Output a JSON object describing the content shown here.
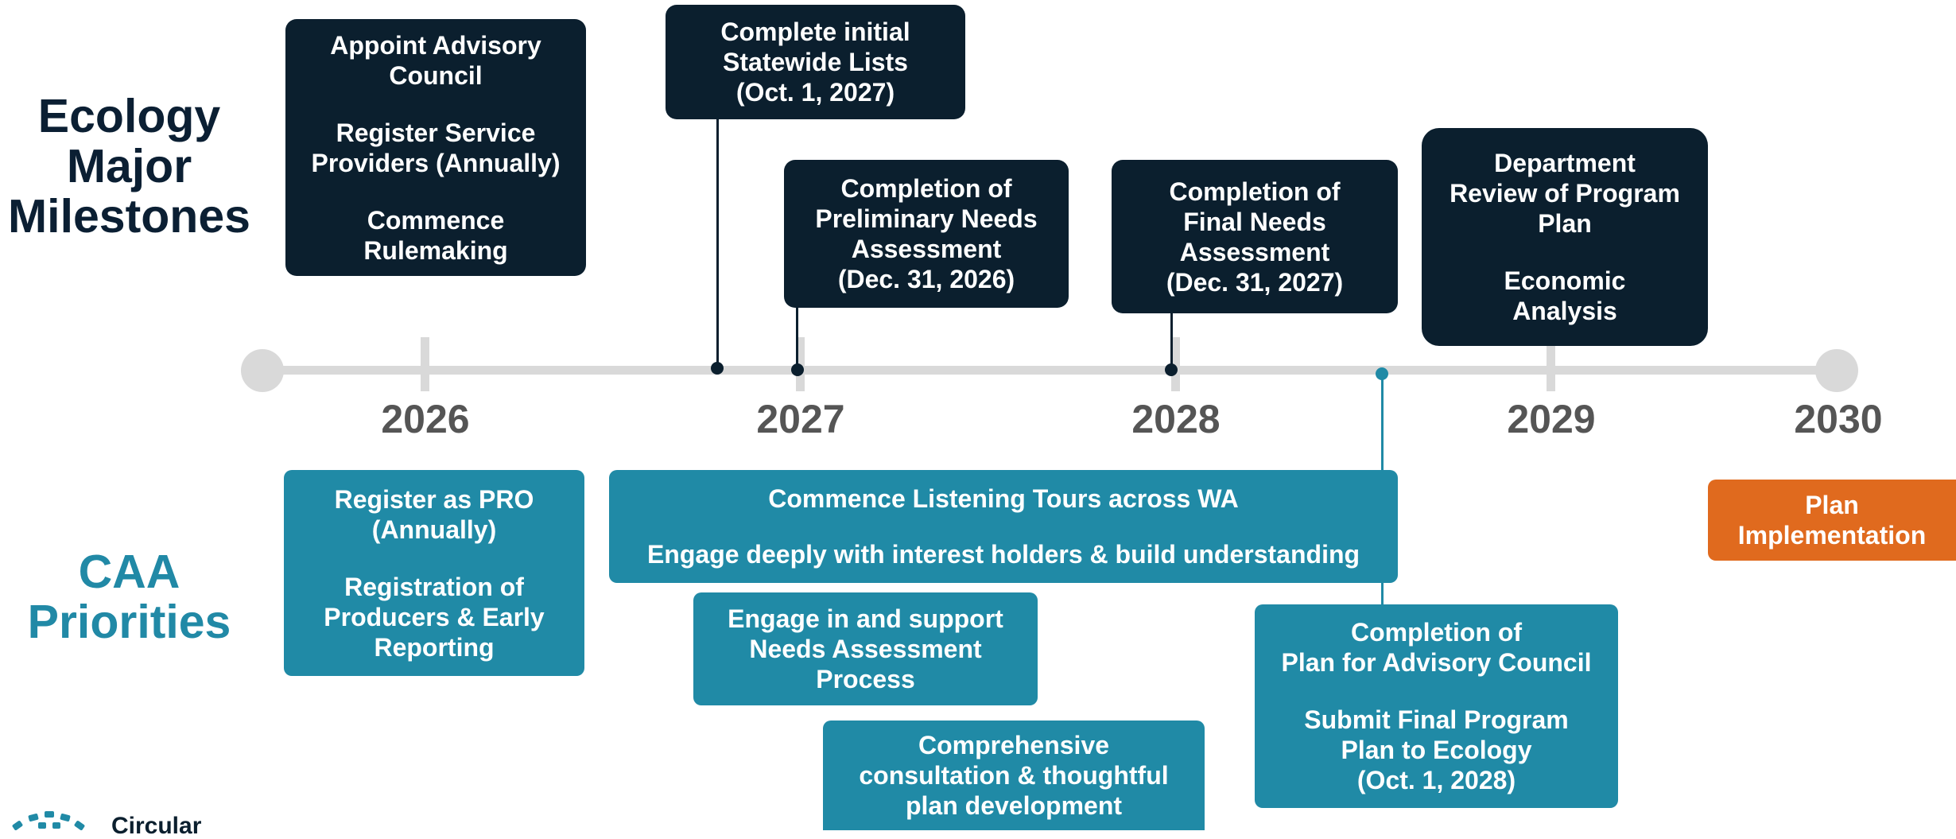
{
  "headings": {
    "ecology": [
      "Ecology",
      "Major",
      "Milestones"
    ],
    "caa": [
      "CAA",
      "Priorities"
    ]
  },
  "timeline": {
    "years": [
      "2026",
      "2027",
      "2028",
      "2029",
      "2030"
    ]
  },
  "ecology_milestones": [
    {
      "lines": [
        "Appoint Advisory",
        "Council",
        "",
        "Register Service",
        "Providers (Annually)",
        "",
        "Commence",
        "Rulemaking"
      ]
    },
    {
      "lines": [
        "Complete initial",
        "Statewide Lists",
        "(Oct. 1, 2027)"
      ]
    },
    {
      "lines": [
        "Completion of",
        "Preliminary Needs",
        "Assessment",
        "(Dec. 31, 2026)"
      ]
    },
    {
      "lines": [
        "Completion of",
        "Final Needs",
        "Assessment",
        "(Dec. 31, 2027)"
      ]
    },
    {
      "lines": [
        "Department",
        "Review of Program",
        "Plan",
        "",
        "Economic",
        "Analysis"
      ]
    }
  ],
  "caa_priorities": [
    {
      "lines": [
        "Register as PRO",
        "(Annually)",
        "",
        "Registration of",
        "Producers & Early",
        "Reporting"
      ]
    },
    {
      "lines": [
        "Commence Listening Tours across WA",
        "",
        "Engage deeply with interest holders & build understanding"
      ]
    },
    {
      "lines": [
        "Engage in and support",
        "Needs Assessment",
        "Process"
      ]
    },
    {
      "lines": [
        "Comprehensive",
        "consultation & thoughtful",
        "plan development"
      ]
    },
    {
      "lines": [
        "Completion of",
        "Plan for Advisory Council",
        "",
        "Submit Final Program",
        "Plan to Ecology",
        "(Oct. 1, 2028)"
      ]
    },
    {
      "lines": [
        "Plan",
        "Implementation"
      ]
    }
  ],
  "logo": {
    "text": "Circular",
    "icon": "circular-logo-icon"
  },
  "colors": {
    "ecology_dark": "#0b1f2e",
    "caa_teal": "#208aa6",
    "implementation_orange": "#e06a1e",
    "axis_gray": "#d9d9d9",
    "year_gray": "#555555"
  }
}
